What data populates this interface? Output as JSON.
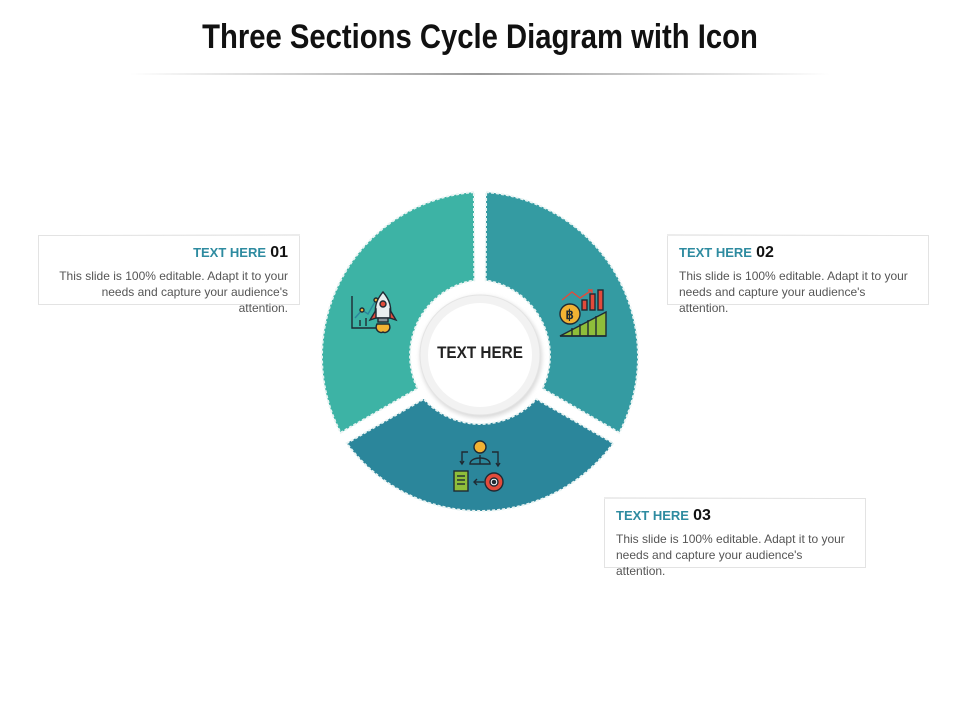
{
  "title": "Three Sections Cycle Diagram with Icon",
  "center_label": "TEXT HERE",
  "colors": {
    "segment_1": "#3db3a5",
    "segment_2": "#349ba2",
    "segment_3": "#2b869b",
    "label_accent": "#2e8ba0"
  },
  "sections": [
    {
      "label": "TEXT HERE",
      "number": "01",
      "body": "This slide is 100% editable. Adapt it to your needs and capture your audience's attention.",
      "icon": "rocket-growth-icon"
    },
    {
      "label": "TEXT HERE",
      "number": "02",
      "body": "This slide is 100% editable. Adapt it to your needs and capture your audience's attention.",
      "icon": "bitcoin-chart-icon"
    },
    {
      "label": "TEXT HERE",
      "number": "03",
      "body": "This slide is 100% editable. Adapt it to your needs and capture your audience's attention.",
      "icon": "person-process-icon"
    }
  ]
}
